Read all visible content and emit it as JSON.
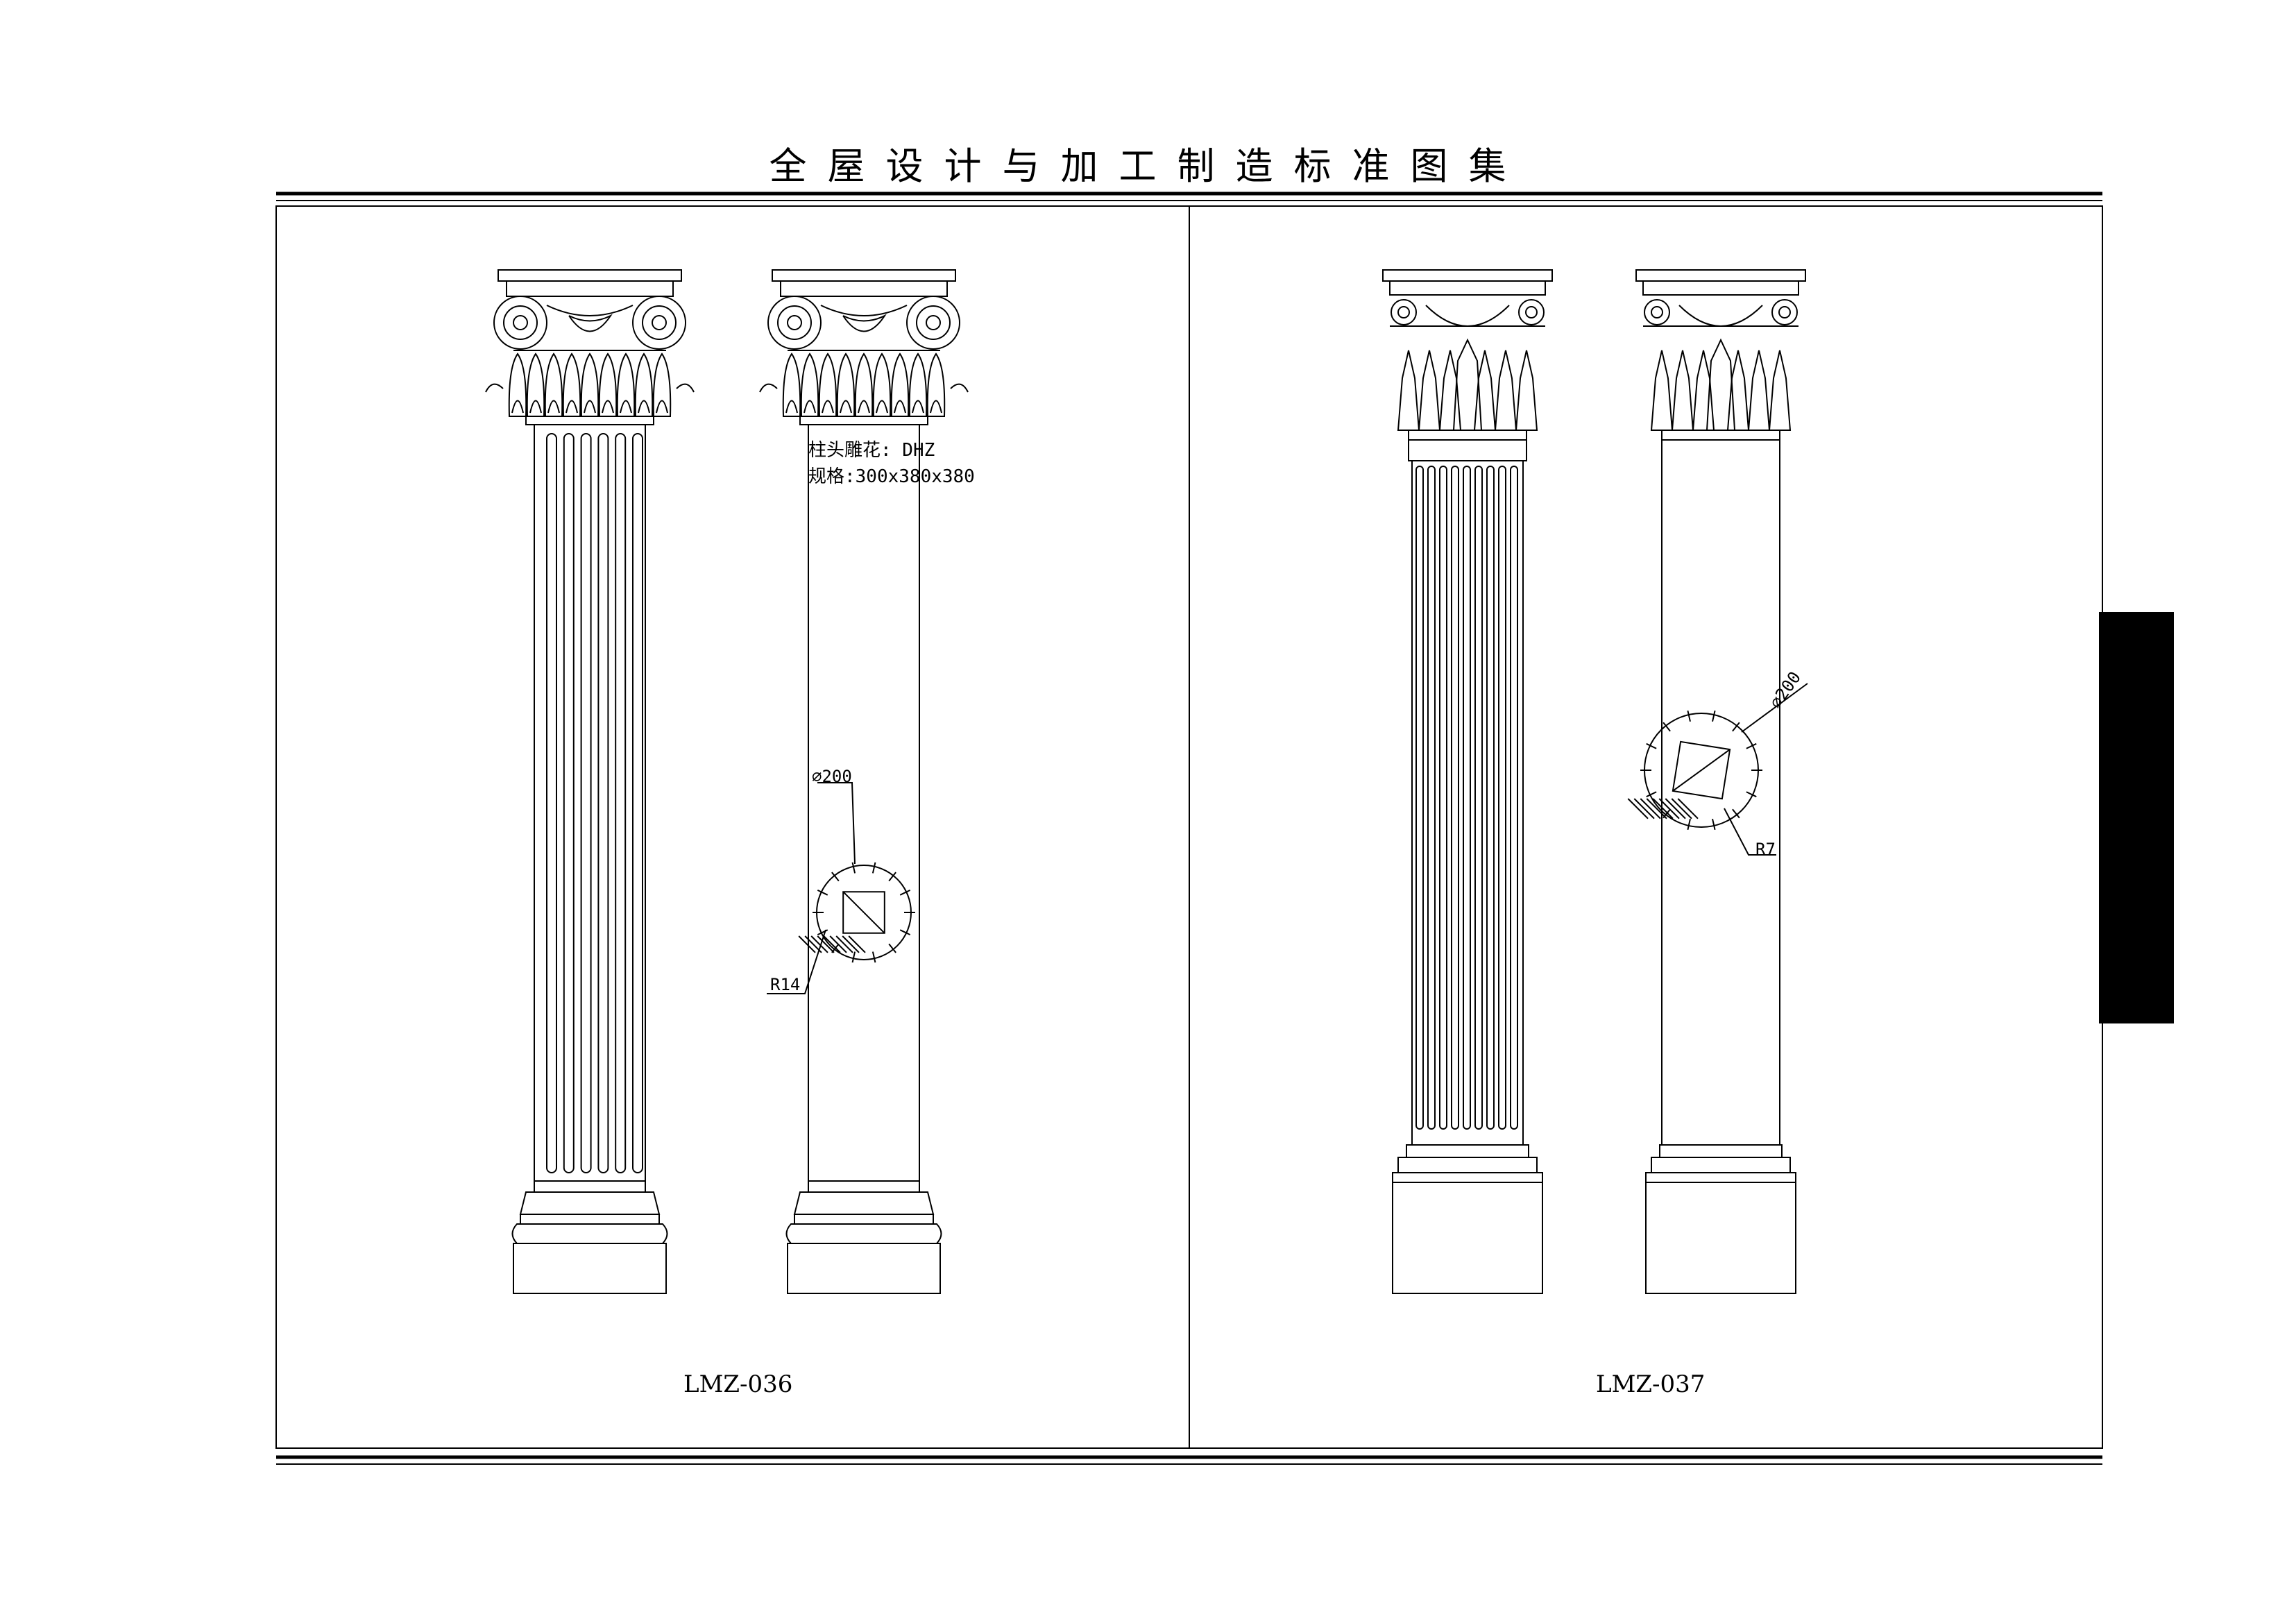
{
  "header": {
    "title": "全屋设计与加工制造标准图集"
  },
  "panels": [
    {
      "code": "LMZ-036",
      "annotation": {
        "line1": "柱头雕花: DHZ",
        "line2": "规格:300x380x380"
      },
      "section": {
        "diameter_label": "⌀200",
        "radius_label": "R14"
      }
    },
    {
      "code": "LMZ-037",
      "section": {
        "diameter_label": "⌀200",
        "radius_label": "R7"
      }
    }
  ],
  "colors": {
    "line": "#000000",
    "background": "#ffffff",
    "tab": "#000000"
  }
}
